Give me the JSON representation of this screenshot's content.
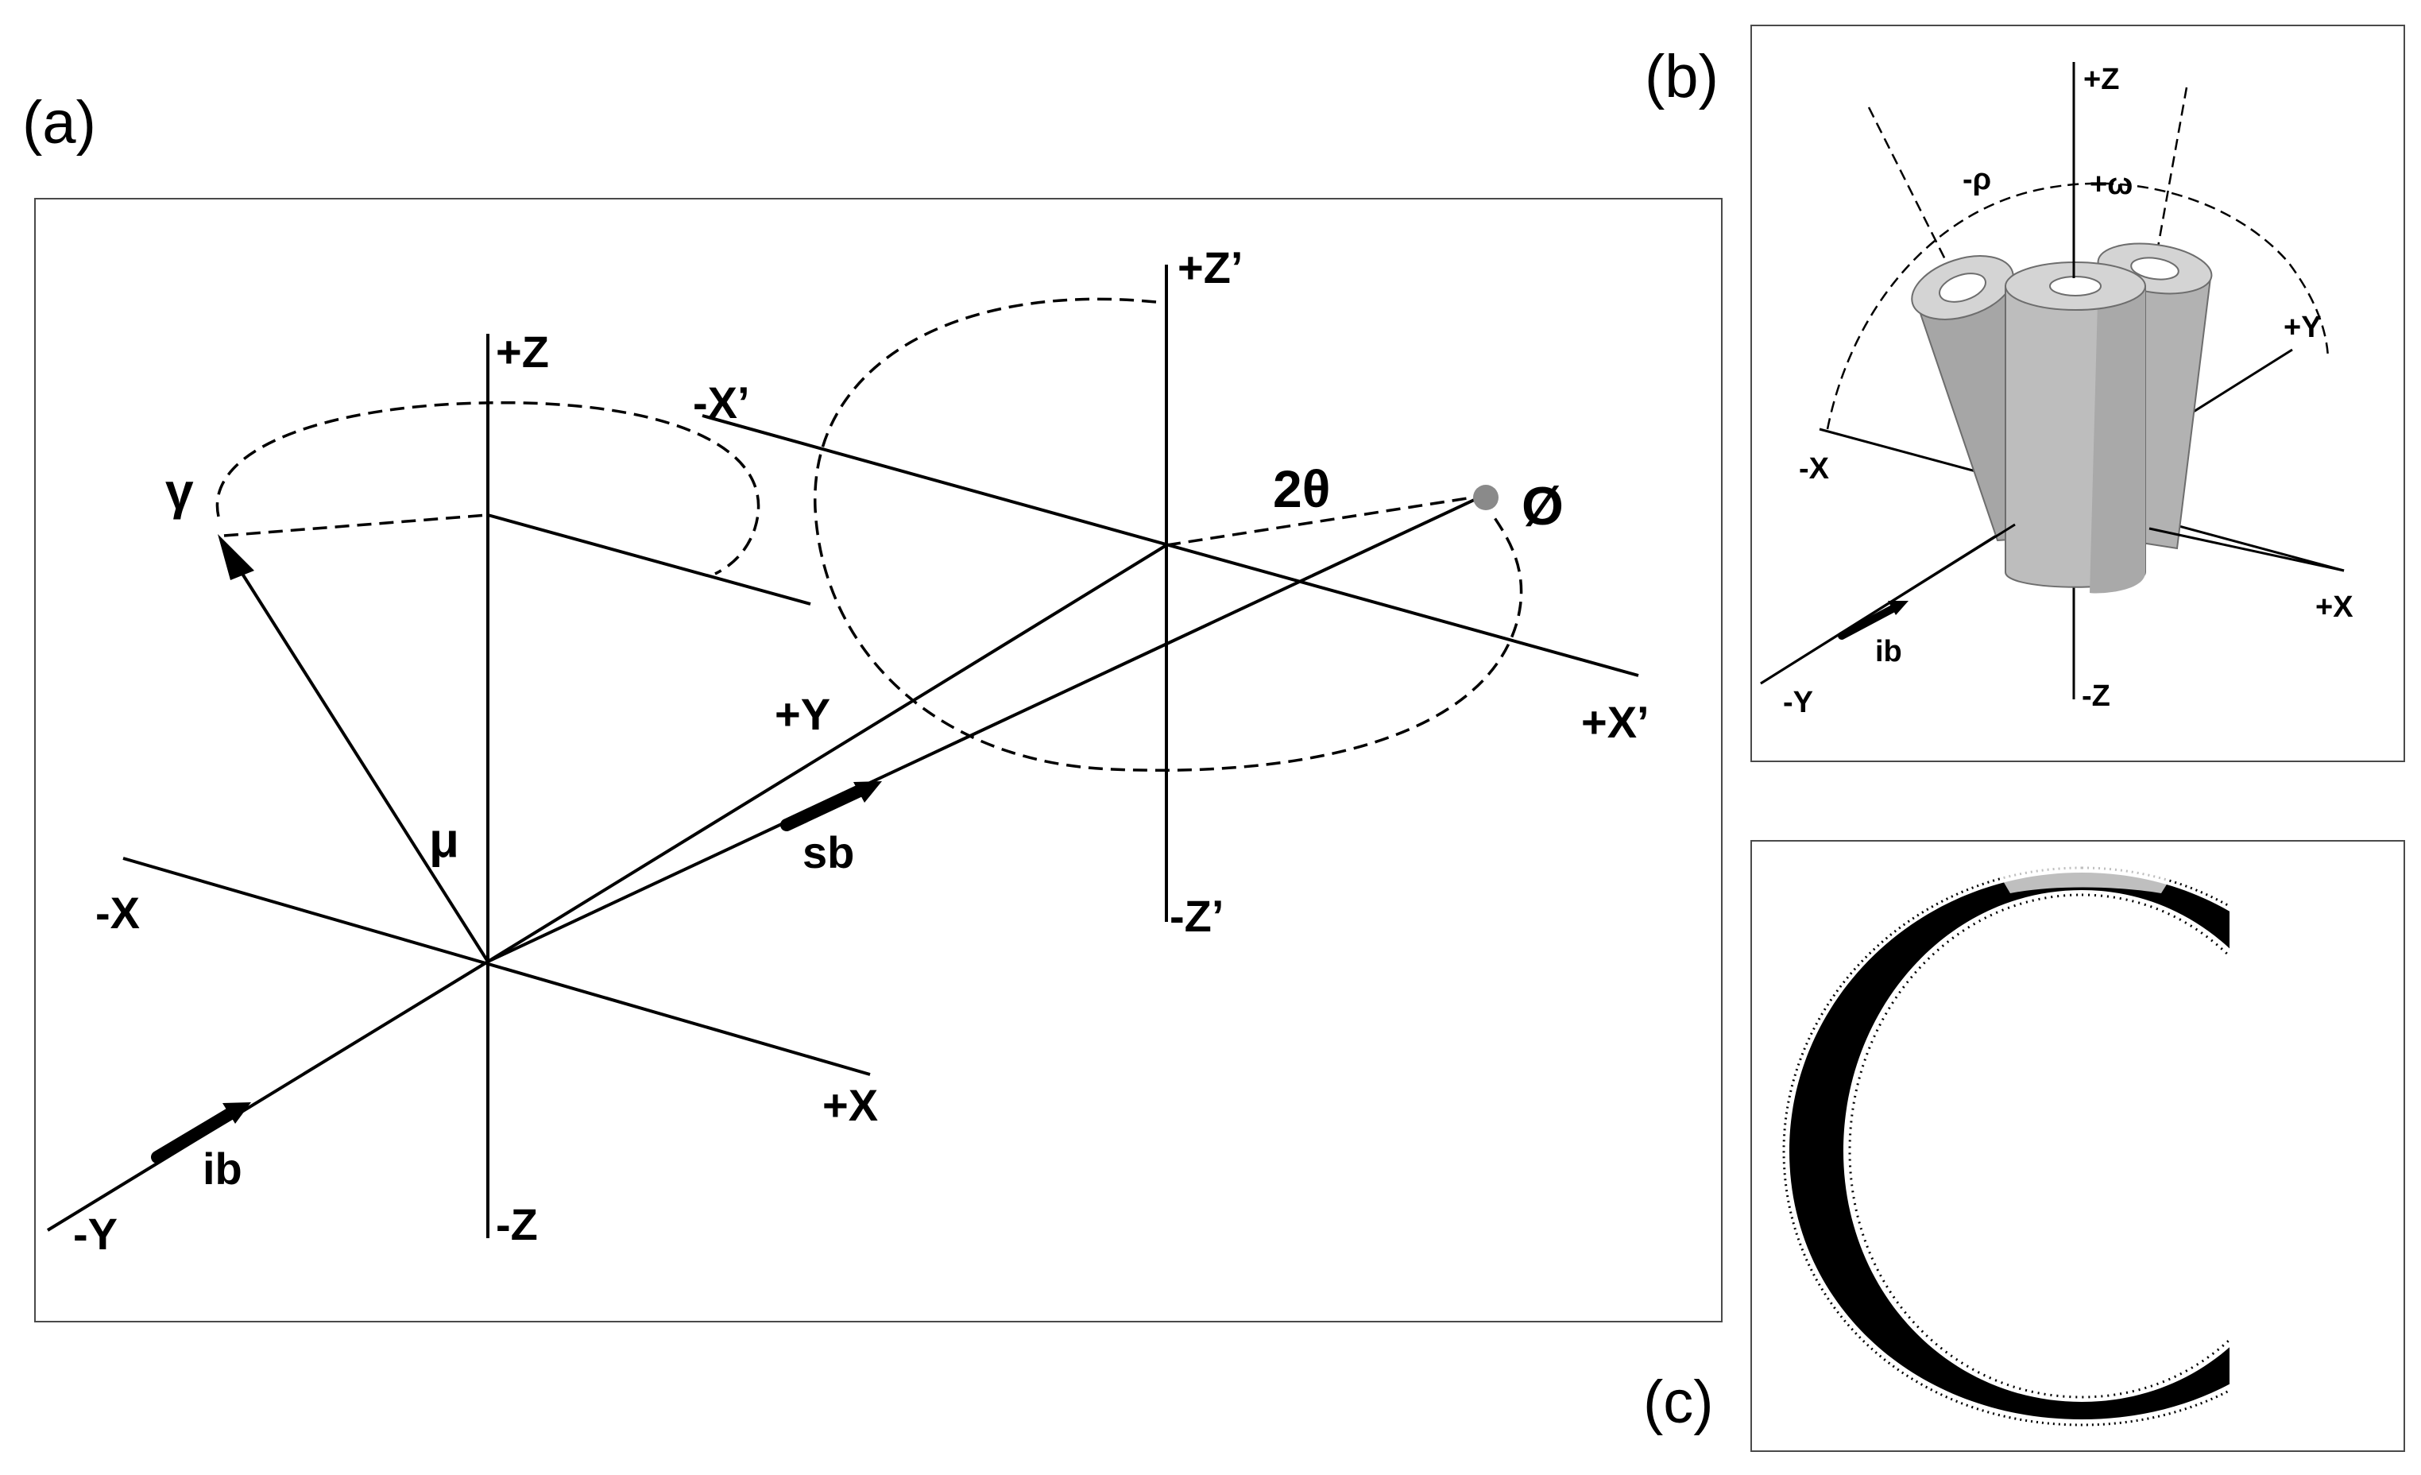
{
  "panels": {
    "a": {
      "label": "(a)",
      "axis_labels": {
        "plus_z": "+Z",
        "minus_z": "-Z",
        "minus_x": "-X",
        "plus_x": "+X",
        "minus_y": "-Y",
        "plus_y": "+Y",
        "plus_z_prime": "+Z’",
        "minus_z_prime": "-Z’",
        "minus_x_prime": "-X’",
        "plus_x_prime": "+X’"
      },
      "angle_labels": {
        "gamma": "γ",
        "mu": "μ",
        "two_theta": "2θ",
        "phi": "Ø"
      },
      "beam_labels": {
        "incident": "ib",
        "scattered": "sb"
      }
    },
    "b": {
      "label": "(b)",
      "axis_labels": {
        "plus_z": "+Z",
        "minus_z": "-Z",
        "minus_x": "-X",
        "plus_x": "+X",
        "minus_y": "-Y",
        "plus_y": "+Y"
      },
      "angle_labels": {
        "minus_rho": "-ρ",
        "plus_omega": "+ω"
      },
      "beam_labels": {
        "incident": "ib"
      }
    },
    "c": {
      "label": "(c)"
    }
  },
  "colors": {
    "line": "#000000",
    "frame": "#4a4a4a",
    "detector_dot": "#8a8a8a",
    "cylinder_fill": "#bdbdbd",
    "cylinder_shade": "#a6a6a6",
    "cylinder_top": "#d4d4d4",
    "ring": "#000000"
  }
}
